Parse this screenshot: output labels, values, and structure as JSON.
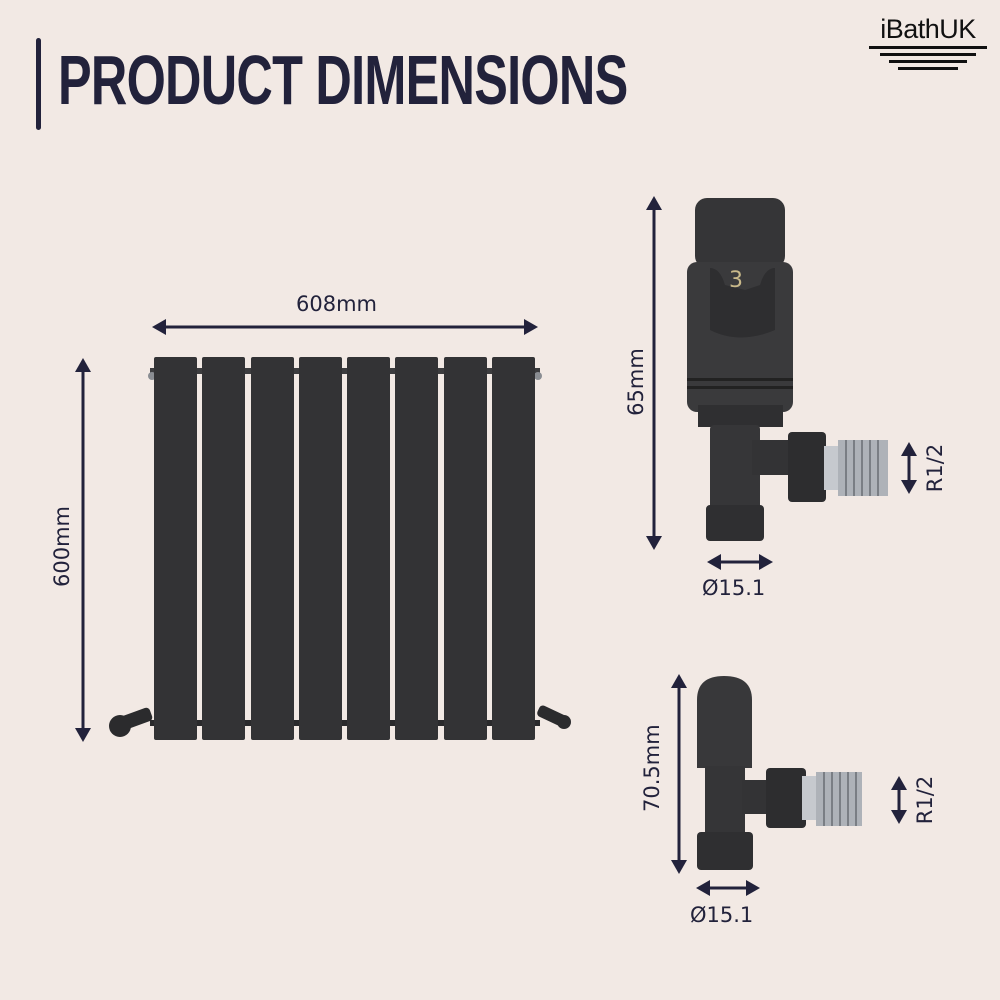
{
  "header": {
    "title": "PRODUCT DIMENSIONS",
    "logo": "iBathUK"
  },
  "colors": {
    "background": "#f2e9e4",
    "accent": "#22223b",
    "product": "#333335",
    "chrome": "#b8bcc2"
  },
  "radiator": {
    "width_label": "608mm",
    "height_label": "600mm",
    "panel_count": 8
  },
  "trv_valve": {
    "height_label": "65mm",
    "diameter_label": "Ø15.1",
    "thread_label": "R1/2",
    "dial_number": "3"
  },
  "angled_valve": {
    "height_label": "70.5mm",
    "diameter_label": "Ø15.1",
    "thread_label": "R1/2"
  }
}
